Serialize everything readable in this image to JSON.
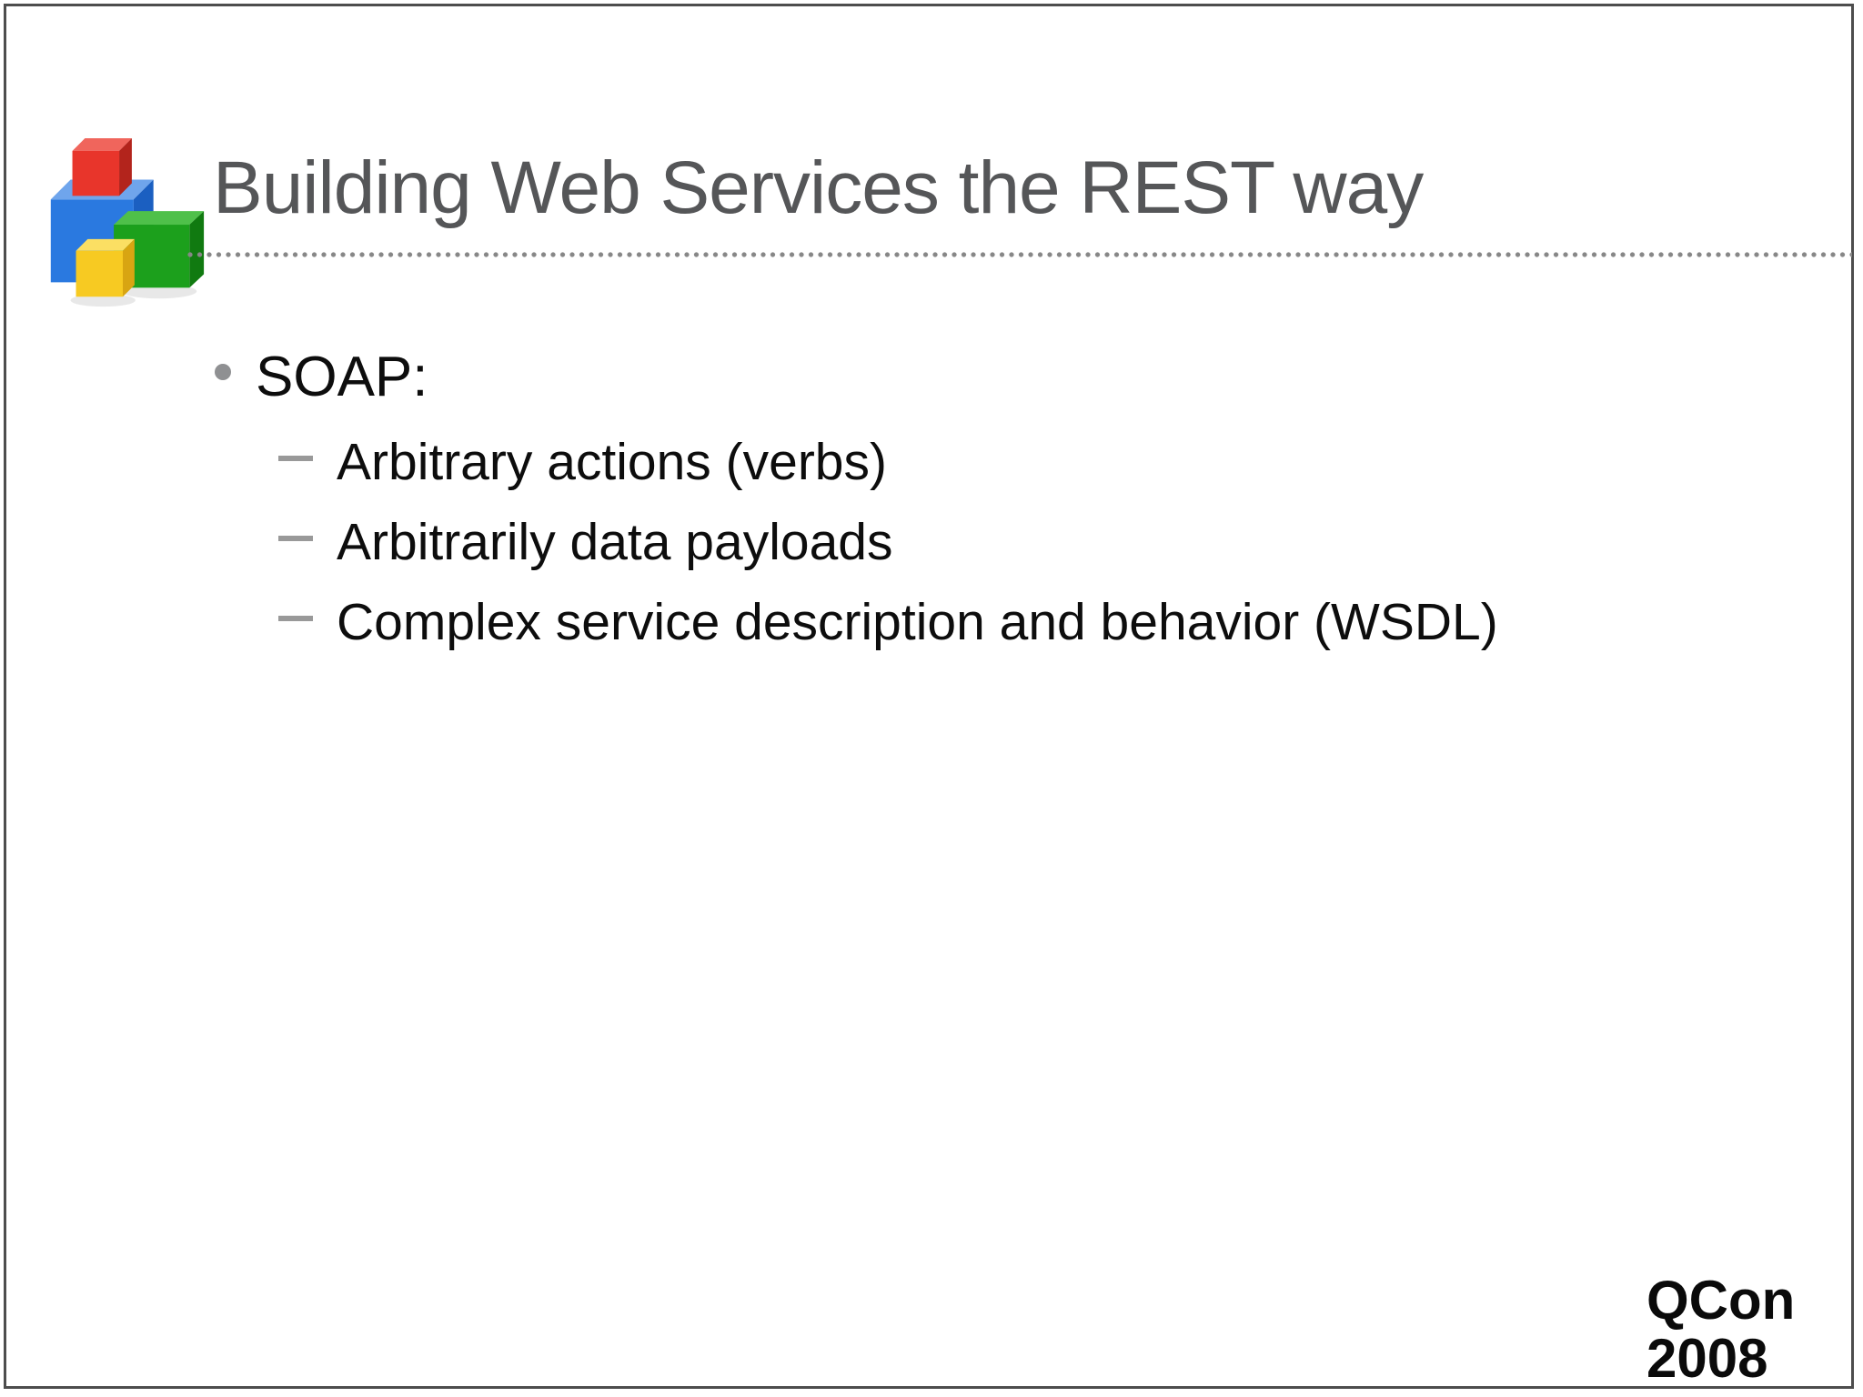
{
  "slide": {
    "title": "Building Web Services the REST way",
    "bullets": [
      {
        "label": "SOAP:",
        "sub_items": [
          "Arbitrary actions (verbs)",
          "Arbitrarily data payloads",
          "Complex service description and behavior (WSDL)"
        ]
      }
    ],
    "footer": {
      "line1": "QCon",
      "line2": "2008"
    },
    "logo": {
      "icon": "building-blocks-logo",
      "description": "four 3D cubes: red on top of large blue, green at right, yellow at front left"
    }
  },
  "theme": {
    "background": "#ffffff",
    "border_color": "#4d4d4d",
    "title_color": "#555658",
    "body_text_color": "#0d0d0d",
    "footer_color": "#0a0a0a",
    "marker_color": "#8f9092",
    "dash_color": "#999999",
    "dotted_line_color": "#878787",
    "logo_red_front": "#e8352b",
    "logo_red_top": "#f0655c",
    "logo_red_side": "#b3241c",
    "logo_blue_front": "#2a79e0",
    "logo_blue_top": "#6fa5ec",
    "logo_blue_side": "#1b5fc1",
    "logo_green_front": "#1ca01c",
    "logo_green_top": "#4fc04a",
    "logo_green_side": "#107a10",
    "logo_yellow_front": "#f7ca22",
    "logo_yellow_top": "#fbdf63",
    "logo_yellow_side": "#d8a512",
    "logo_shadow": "#d9d9d9"
  }
}
